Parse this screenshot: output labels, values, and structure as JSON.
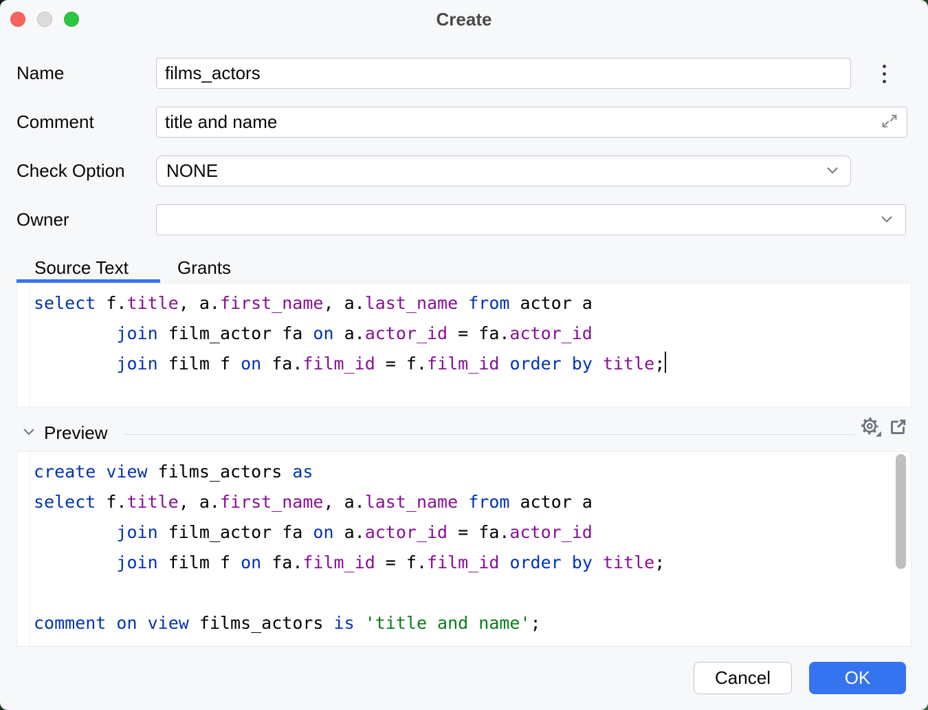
{
  "window": {
    "title": "Create",
    "traffic_lights": [
      {
        "name": "close",
        "color": "#fc625d"
      },
      {
        "name": "minimize",
        "color": "#dcdcdc"
      },
      {
        "name": "zoom",
        "color": "#2dc63f"
      }
    ]
  },
  "form": {
    "name": {
      "label": "Name",
      "value": "films_actors"
    },
    "comment": {
      "label": "Comment",
      "value": "title and name"
    },
    "check_option": {
      "label": "Check Option",
      "value": "NONE"
    },
    "owner": {
      "label": "Owner",
      "value": ""
    }
  },
  "tabs": {
    "source_text": "Source Text",
    "grants": "Grants",
    "active": "Source Text"
  },
  "source_editor": {
    "lines": [
      [
        {
          "c": "kw",
          "t": "select"
        },
        {
          "c": "pl",
          "t": " f."
        },
        {
          "c": "fd",
          "t": "title"
        },
        {
          "c": "pl",
          "t": ", a."
        },
        {
          "c": "fd",
          "t": "first_name"
        },
        {
          "c": "pl",
          "t": ", a."
        },
        {
          "c": "fd",
          "t": "last_name"
        },
        {
          "c": "pl",
          "t": " "
        },
        {
          "c": "kw",
          "t": "from"
        },
        {
          "c": "pl",
          "t": " actor a"
        }
      ],
      [
        {
          "c": "pl",
          "t": "        "
        },
        {
          "c": "kw",
          "t": "join"
        },
        {
          "c": "pl",
          "t": " film_actor fa "
        },
        {
          "c": "kw",
          "t": "on"
        },
        {
          "c": "pl",
          "t": " a."
        },
        {
          "c": "fd",
          "t": "actor_id"
        },
        {
          "c": "pl",
          "t": " = fa."
        },
        {
          "c": "fd",
          "t": "actor_id"
        }
      ],
      [
        {
          "c": "pl",
          "t": "        "
        },
        {
          "c": "kw",
          "t": "join"
        },
        {
          "c": "pl",
          "t": " film f "
        },
        {
          "c": "kw",
          "t": "on"
        },
        {
          "c": "pl",
          "t": " fa."
        },
        {
          "c": "fd",
          "t": "film_id"
        },
        {
          "c": "pl",
          "t": " = f."
        },
        {
          "c": "fd",
          "t": "film_id"
        },
        {
          "c": "pl",
          "t": " "
        },
        {
          "c": "kw",
          "t": "order"
        },
        {
          "c": "pl",
          "t": " "
        },
        {
          "c": "kw",
          "t": "by"
        },
        {
          "c": "pl",
          "t": " "
        },
        {
          "c": "fd",
          "t": "title"
        },
        {
          "c": "pl",
          "t": ";"
        },
        {
          "c": "caret",
          "t": ""
        }
      ]
    ]
  },
  "preview": {
    "title": "Preview",
    "lines": [
      [
        {
          "c": "kw",
          "t": "create"
        },
        {
          "c": "pl",
          "t": " "
        },
        {
          "c": "kw",
          "t": "view"
        },
        {
          "c": "pl",
          "t": " films_actors "
        },
        {
          "c": "kw",
          "t": "as"
        }
      ],
      [
        {
          "c": "kw",
          "t": "select"
        },
        {
          "c": "pl",
          "t": " f."
        },
        {
          "c": "fd",
          "t": "title"
        },
        {
          "c": "pl",
          "t": ", a."
        },
        {
          "c": "fd",
          "t": "first_name"
        },
        {
          "c": "pl",
          "t": ", a."
        },
        {
          "c": "fd",
          "t": "last_name"
        },
        {
          "c": "pl",
          "t": " "
        },
        {
          "c": "kw",
          "t": "from"
        },
        {
          "c": "pl",
          "t": " actor a"
        }
      ],
      [
        {
          "c": "pl",
          "t": "        "
        },
        {
          "c": "kw",
          "t": "join"
        },
        {
          "c": "pl",
          "t": " film_actor fa "
        },
        {
          "c": "kw",
          "t": "on"
        },
        {
          "c": "pl",
          "t": " a."
        },
        {
          "c": "fd",
          "t": "actor_id"
        },
        {
          "c": "pl",
          "t": " = fa."
        },
        {
          "c": "fd",
          "t": "actor_id"
        }
      ],
      [
        {
          "c": "pl",
          "t": "        "
        },
        {
          "c": "kw",
          "t": "join"
        },
        {
          "c": "pl",
          "t": " film f "
        },
        {
          "c": "kw",
          "t": "on"
        },
        {
          "c": "pl",
          "t": " fa."
        },
        {
          "c": "fd",
          "t": "film_id"
        },
        {
          "c": "pl",
          "t": " = f."
        },
        {
          "c": "fd",
          "t": "film_id"
        },
        {
          "c": "pl",
          "t": " "
        },
        {
          "c": "kw",
          "t": "order"
        },
        {
          "c": "pl",
          "t": " "
        },
        {
          "c": "kw",
          "t": "by"
        },
        {
          "c": "pl",
          "t": " "
        },
        {
          "c": "fd",
          "t": "title"
        },
        {
          "c": "pl",
          "t": ";"
        }
      ],
      [],
      [
        {
          "c": "kw",
          "t": "comment"
        },
        {
          "c": "pl",
          "t": " "
        },
        {
          "c": "kw",
          "t": "on"
        },
        {
          "c": "pl",
          "t": " "
        },
        {
          "c": "kw",
          "t": "view"
        },
        {
          "c": "pl",
          "t": " films_actors "
        },
        {
          "c": "kw",
          "t": "is"
        },
        {
          "c": "pl",
          "t": " "
        },
        {
          "c": "str",
          "t": "'title and name'"
        },
        {
          "c": "pl",
          "t": ";"
        }
      ]
    ]
  },
  "actions": {
    "cancel": "Cancel",
    "ok": "OK"
  },
  "icons": {
    "name_menu": "kebab-menu",
    "comment_expand": "expand-diagonal",
    "check_option_dropdown": "chevron-down",
    "owner_dropdown": "chevron-down",
    "preview_collapse": "chevron-down",
    "preview_settings": "gear",
    "preview_open_window": "open-in-new-window"
  },
  "colors": {
    "accent": "#3574F0",
    "keyword": "#0033B3",
    "identifier": "#871094",
    "string": "#067D17",
    "window_bg": "#f7f8fa"
  }
}
